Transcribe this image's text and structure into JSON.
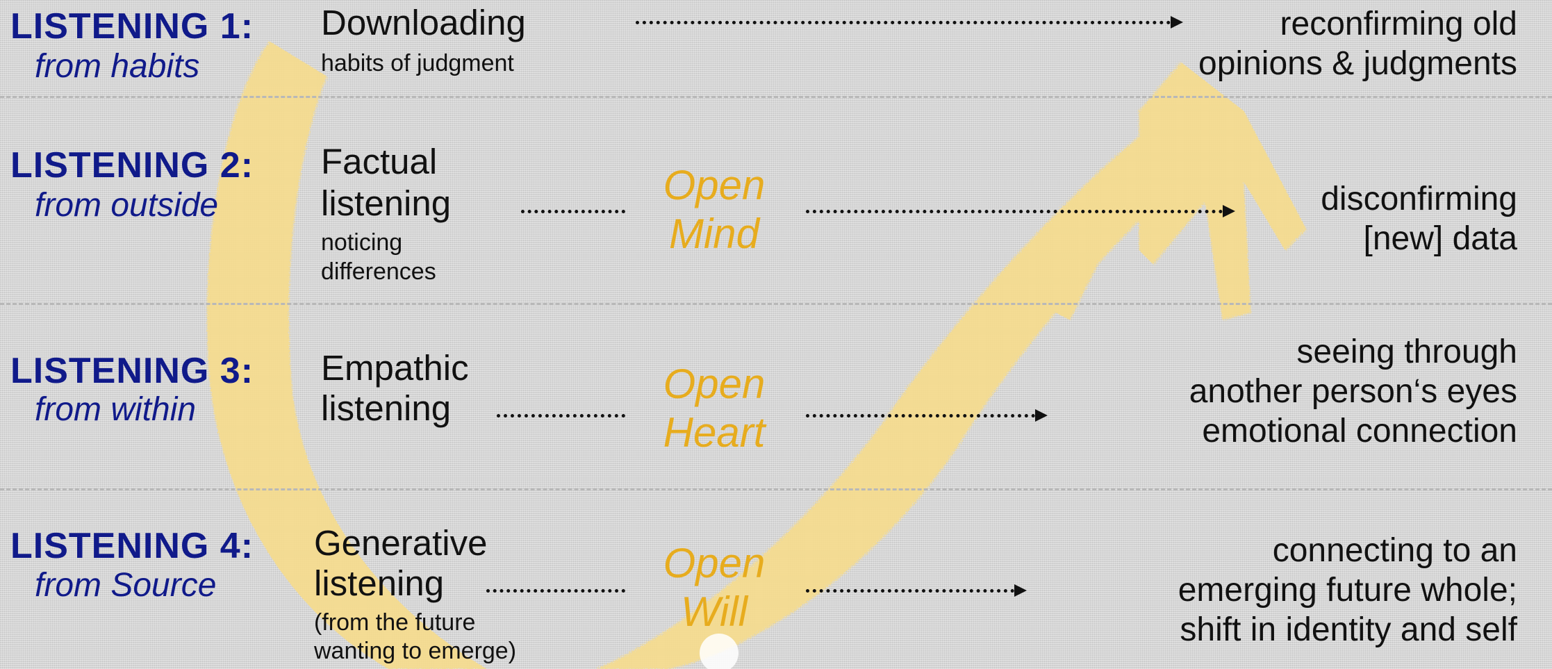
{
  "rows": [
    {
      "level": "LISTENING 1:",
      "source": "from habits",
      "mode": "Downloading",
      "mode_sub": "habits of judgment",
      "result": [
        "reconfirming old",
        "opinions & judgments"
      ]
    },
    {
      "level": "LISTENING 2:",
      "source": "from outside",
      "mode": "Factual",
      "mode2": "listening",
      "mode_sub": "noticing",
      "mode_sub2": "differences",
      "open": [
        "Open",
        "Mind"
      ],
      "result": [
        "disconfirming",
        "[new] data"
      ]
    },
    {
      "level": "LISTENING 3:",
      "source": "from within",
      "mode": "Empathic",
      "mode2": "listening",
      "open": [
        "Open",
        "Heart"
      ],
      "result": [
        "seeing through",
        "another person‘s eyes",
        "emotional connection"
      ]
    },
    {
      "level": "LISTENING 4:",
      "source": "from Source",
      "mode": "Generative",
      "mode2": "listening",
      "mode_sub": "(from the future",
      "mode_sub2": "wanting to emerge)",
      "open": [
        "Open",
        "Will"
      ],
      "result": [
        "connecting to an",
        "emerging future whole;",
        "shift in identity and self"
      ]
    }
  ],
  "colors": {
    "level": "#101a8a",
    "open": "#e7ac1e",
    "swoosh": "#f6dc8e",
    "text": "#111111"
  }
}
